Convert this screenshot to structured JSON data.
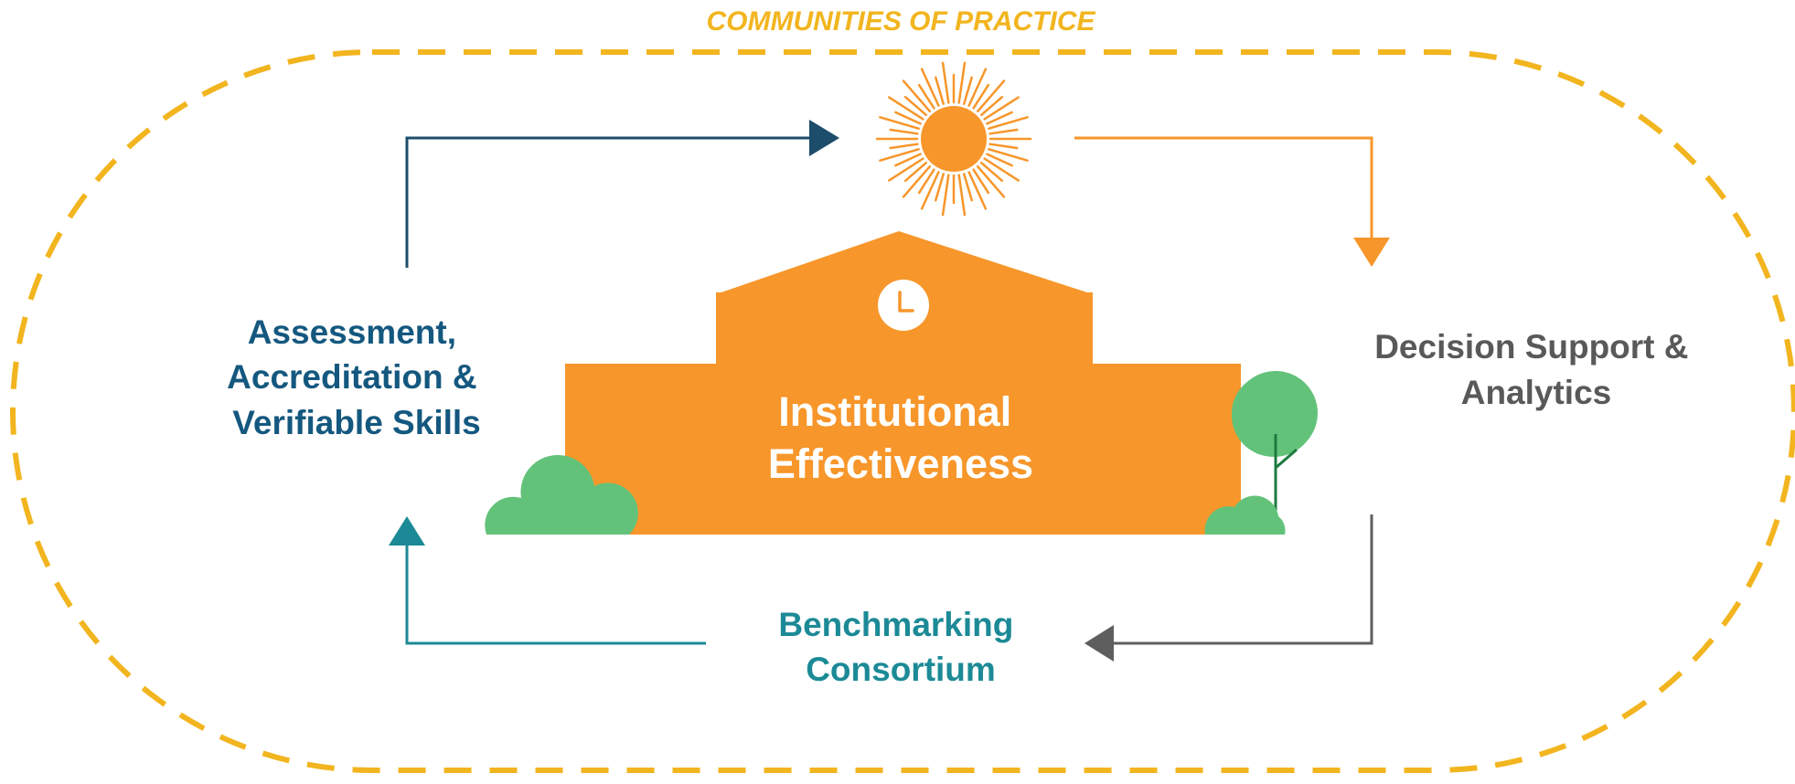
{
  "banner": {
    "label": "COMMUNITIES OF PRACTICE"
  },
  "center": {
    "line1": "Institutional",
    "line2": "Effectiveness"
  },
  "nodes": {
    "left": {
      "lines": [
        "Assessment,",
        "Accreditation &",
        "Verifiable Skills"
      ]
    },
    "right": {
      "lines": [
        "Decision Support &",
        "Analytics"
      ]
    },
    "bottom": {
      "lines": [
        "Benchmarking",
        "Consortium"
      ]
    }
  },
  "colors": {
    "dashed_loop": "#F2B51F",
    "banner_text": "#F2B51F",
    "building": "#F7962A",
    "sun": "#F7962A",
    "tree": "#63C27A",
    "left_text": "#14587F",
    "left_arrow": "#1C4D6B",
    "right_text": "#595959",
    "right_arrow_top": "#F7962A",
    "right_arrow_bottom": "#5E5E5E",
    "bottom_text": "#1C8A96",
    "bottom_arrow": "#1C8A96"
  }
}
